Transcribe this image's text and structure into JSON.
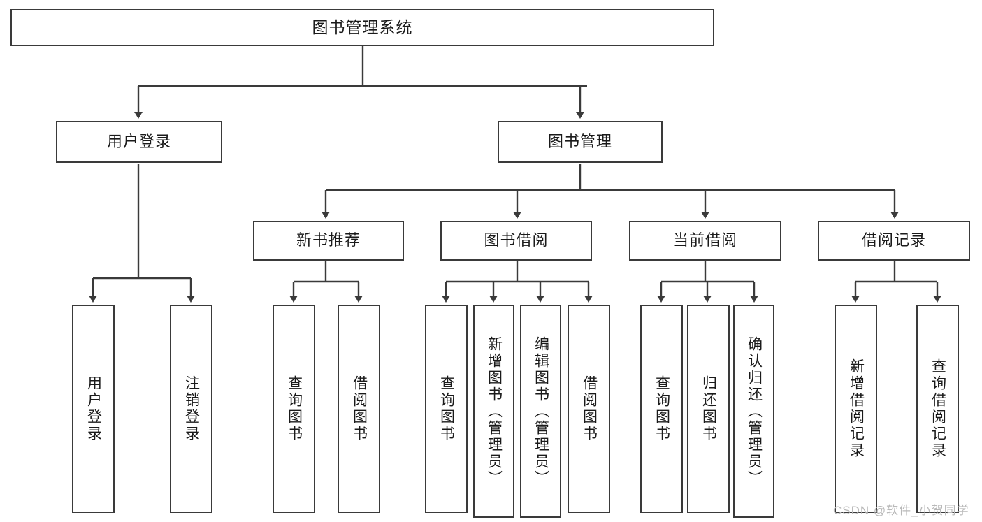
{
  "diagram": {
    "type": "tree-hierarchy",
    "title": "图书管理系统",
    "stroke_color": "#3a3a3a",
    "fill_color": "#ffffff",
    "text_color": "#1a1a1a",
    "nodes": {
      "root": {
        "label": "图书管理系统"
      },
      "level2": [
        {
          "label": "用户登录"
        },
        {
          "label": "图书管理"
        }
      ],
      "level3": [
        {
          "label": "新书推荐"
        },
        {
          "label": "图书借阅"
        },
        {
          "label": "当前借阅"
        },
        {
          "label": "借阅记录"
        }
      ],
      "leaves_user_login": [
        {
          "label": "用户登录"
        },
        {
          "label": "注销登录"
        }
      ],
      "leaves_new_books": [
        {
          "label": "查询图书"
        },
        {
          "label": "借阅图书"
        }
      ],
      "leaves_borrow": [
        {
          "label": "查询图书"
        },
        {
          "label": "新增图书（管理员）"
        },
        {
          "label": "编辑图书（管理员）"
        },
        {
          "label": "借阅图书"
        }
      ],
      "leaves_current": [
        {
          "label": "查询图书"
        },
        {
          "label": "归还图书"
        },
        {
          "label": "确认归还（管理员）"
        }
      ],
      "leaves_records": [
        {
          "label": "新增借阅记录"
        },
        {
          "label": "查询借阅记录"
        }
      ]
    }
  },
  "watermark": {
    "text": "CSDN @软件_小贺同学"
  }
}
